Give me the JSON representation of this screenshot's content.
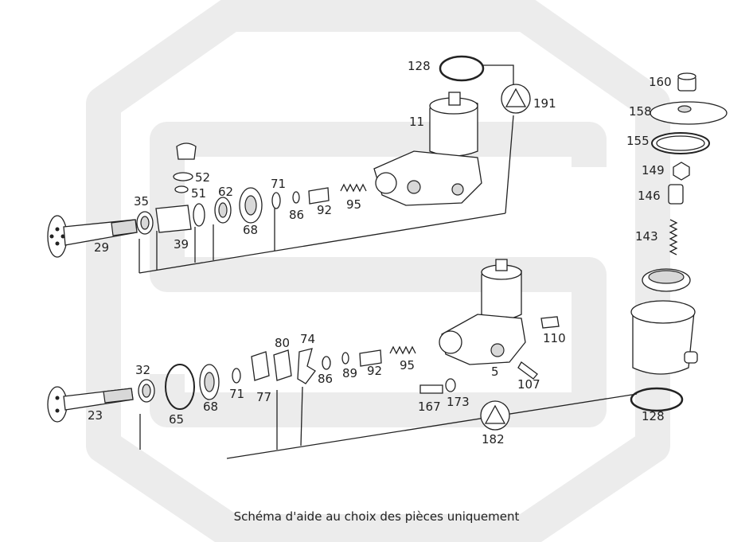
{
  "caption": "Schéma d'aide au choix des pièces uniquement",
  "watermark": {
    "color": "#ececec"
  },
  "colors": {
    "ink": "#222222",
    "background": "#ffffff"
  },
  "callouts": {
    "c128a": "128",
    "c191": "191",
    "c11": "11",
    "c52": "52",
    "c51": "51",
    "c35": "35",
    "c62": "62",
    "c71a": "71",
    "c86a": "86",
    "c92a": "92",
    "c95a": "95",
    "c39": "39",
    "c68a": "68",
    "c29": "29",
    "c160": "160",
    "c158": "158",
    "c155": "155",
    "c149": "149",
    "c146": "146",
    "c143": "143",
    "c80": "80",
    "c74": "74",
    "c32": "32",
    "c86b": "86",
    "c89": "89",
    "c92b": "92",
    "c95b": "95",
    "c110": "110",
    "c5": "5",
    "c107": "107",
    "c71b": "71",
    "c77": "77",
    "c68b": "68",
    "c65": "65",
    "c23": "23",
    "c167": "167",
    "c173": "173",
    "c182": "182",
    "c128b": "128"
  }
}
